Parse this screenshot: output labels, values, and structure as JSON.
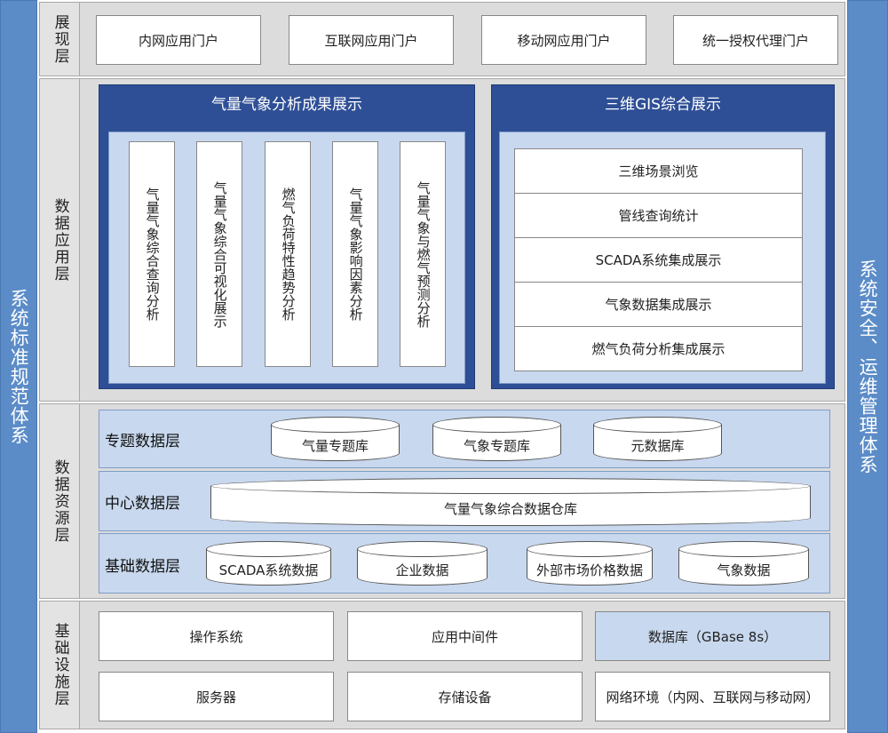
{
  "left_sidebar": "系统标准规范体系",
  "right_sidebar": "系统安全、运维管理体系",
  "layers": {
    "presentation": {
      "label": "展现层",
      "portals": [
        "内网应用门户",
        "互联网应用门户",
        "移动网应用门户",
        "统一授权代理门户"
      ]
    },
    "data_application": {
      "label": "数据应用层",
      "analysis_panel": {
        "title": "气量气象分析成果展示",
        "cards": [
          "气量气象综合查询分析",
          "气量气象综合可视化展示",
          "燃气负荷特性趋势分析",
          "气量气象影响因素分析",
          "气量气象与燃气预测分析"
        ]
      },
      "gis_panel": {
        "title": "三维GIS综合展示",
        "rows": [
          "三维场景浏览",
          "管线查询统计",
          "SCADA系统集成展示",
          "气象数据集成展示",
          "燃气负荷分析集成展示"
        ]
      }
    },
    "data_resource": {
      "label": "数据资源层",
      "topic": {
        "label": "专题数据层",
        "dbs": [
          "气量专题库",
          "气象专题库",
          "元数据库"
        ]
      },
      "center": {
        "label": "中心数据层",
        "db": "气量气象综合数据仓库"
      },
      "base": {
        "label": "基础数据层",
        "dbs": [
          "SCADA系统数据",
          "企业数据",
          "外部市场价格数据",
          "气象数据"
        ]
      }
    },
    "infrastructure": {
      "label": "基础设施层",
      "row1": [
        "操作系统",
        "应用中间件",
        "数据库（GBase 8s）"
      ],
      "row2": [
        "服务器",
        "存储设备",
        "网络环境（内网、互联网与移动网）"
      ]
    }
  },
  "colors": {
    "sidebar": "#5b8cc8",
    "panel": "#2e4f96",
    "inner": "#c8d8ee",
    "layer_bg": "#dcdcdc"
  }
}
